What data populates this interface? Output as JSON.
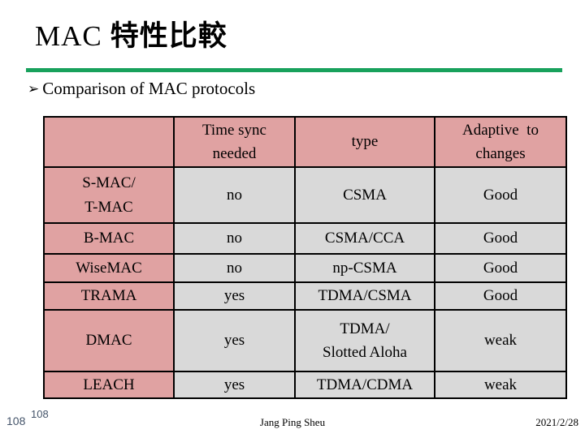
{
  "slide": {
    "title_en": "MAC",
    "title_cjk": "特性比較",
    "bullet_marker": "➢",
    "bullet_text": "Comparison of MAC protocols"
  },
  "table": {
    "headers": [
      "",
      "Time sync\nneeded",
      "type",
      "Adaptive  to\nchanges"
    ],
    "rows": [
      {
        "protocol": "S-MAC/\nT-MAC",
        "time_sync": "no",
        "type": "CSMA",
        "adaptive": "Good"
      },
      {
        "protocol": "B-MAC",
        "time_sync": "no",
        "type": "CSMA/CCA",
        "adaptive": "Good"
      },
      {
        "protocol": "WiseMAC",
        "time_sync": "no",
        "type": "np-CSMA",
        "adaptive": "Good"
      },
      {
        "protocol": "TRAMA",
        "time_sync": "yes",
        "type": "TDMA/CSMA",
        "adaptive": "Good"
      },
      {
        "protocol": "DMAC",
        "time_sync": "yes",
        "type": "TDMA/\nSlotted Aloha",
        "adaptive": "weak"
      },
      {
        "protocol": "LEACH",
        "time_sync": "yes",
        "type": "TDMA/CDMA",
        "adaptive": "weak"
      }
    ]
  },
  "footer": {
    "page_number": "108",
    "page_number_small": "108",
    "author": "Jang Ping Sheu",
    "date": "2021/2/28"
  },
  "colors": {
    "header_pink": "#e0a2a2",
    "cell_gray": "#d9d9d9",
    "divider_green": "#18a15c",
    "page_number": "#44546a"
  }
}
